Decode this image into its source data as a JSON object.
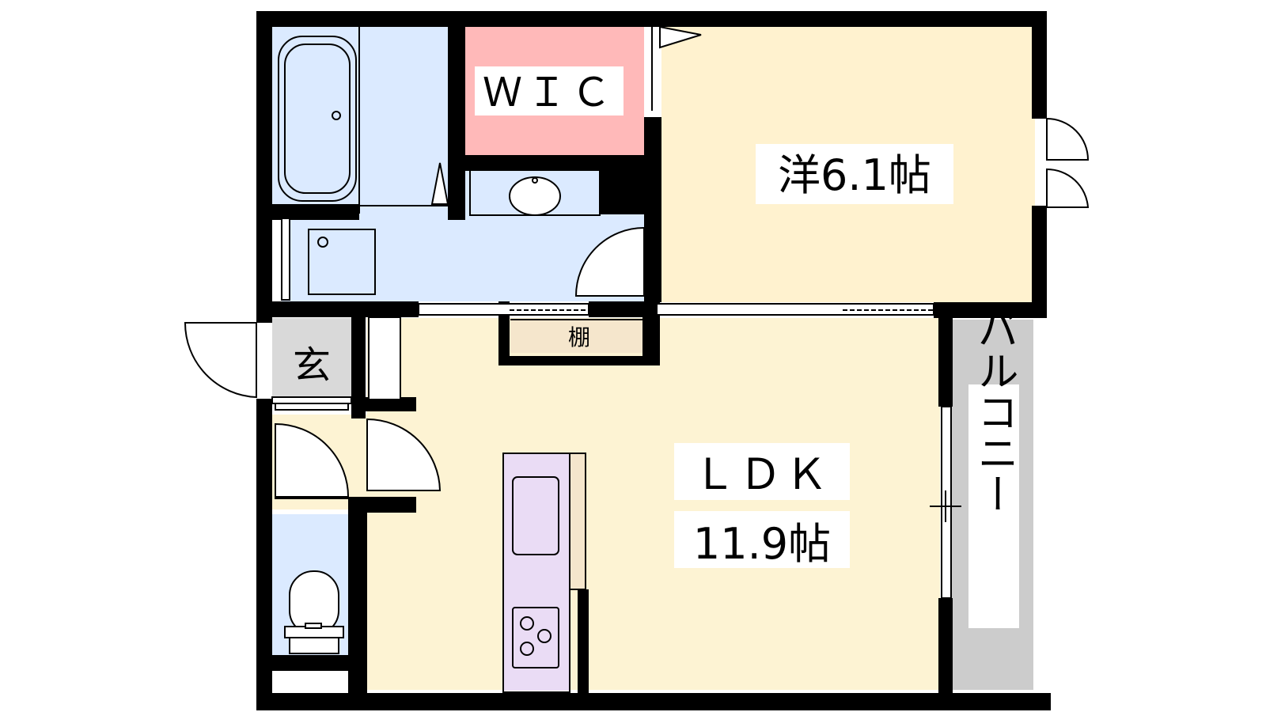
{
  "rooms": {
    "wic": {
      "label": "ＷＩＣ"
    },
    "western": {
      "label": "洋6.1帖"
    },
    "entrance": {
      "label": "玄"
    },
    "shelf": {
      "label": "棚"
    },
    "ldk": {
      "label_line1": "ＬＤＫ",
      "label_line2": "11.9帖"
    },
    "balcony": {
      "label": "バルコニー"
    }
  },
  "colors": {
    "wall": "#000000",
    "wet_area": "#dbeaff",
    "wic": "#ffb9b9",
    "western": "#fff2cf",
    "ldk": "#fdf3d3",
    "entrance": "#d9d9d9",
    "shelf": "#f5e6cc",
    "kitchen": "#eadcf5",
    "balcony": "#cccccc"
  }
}
